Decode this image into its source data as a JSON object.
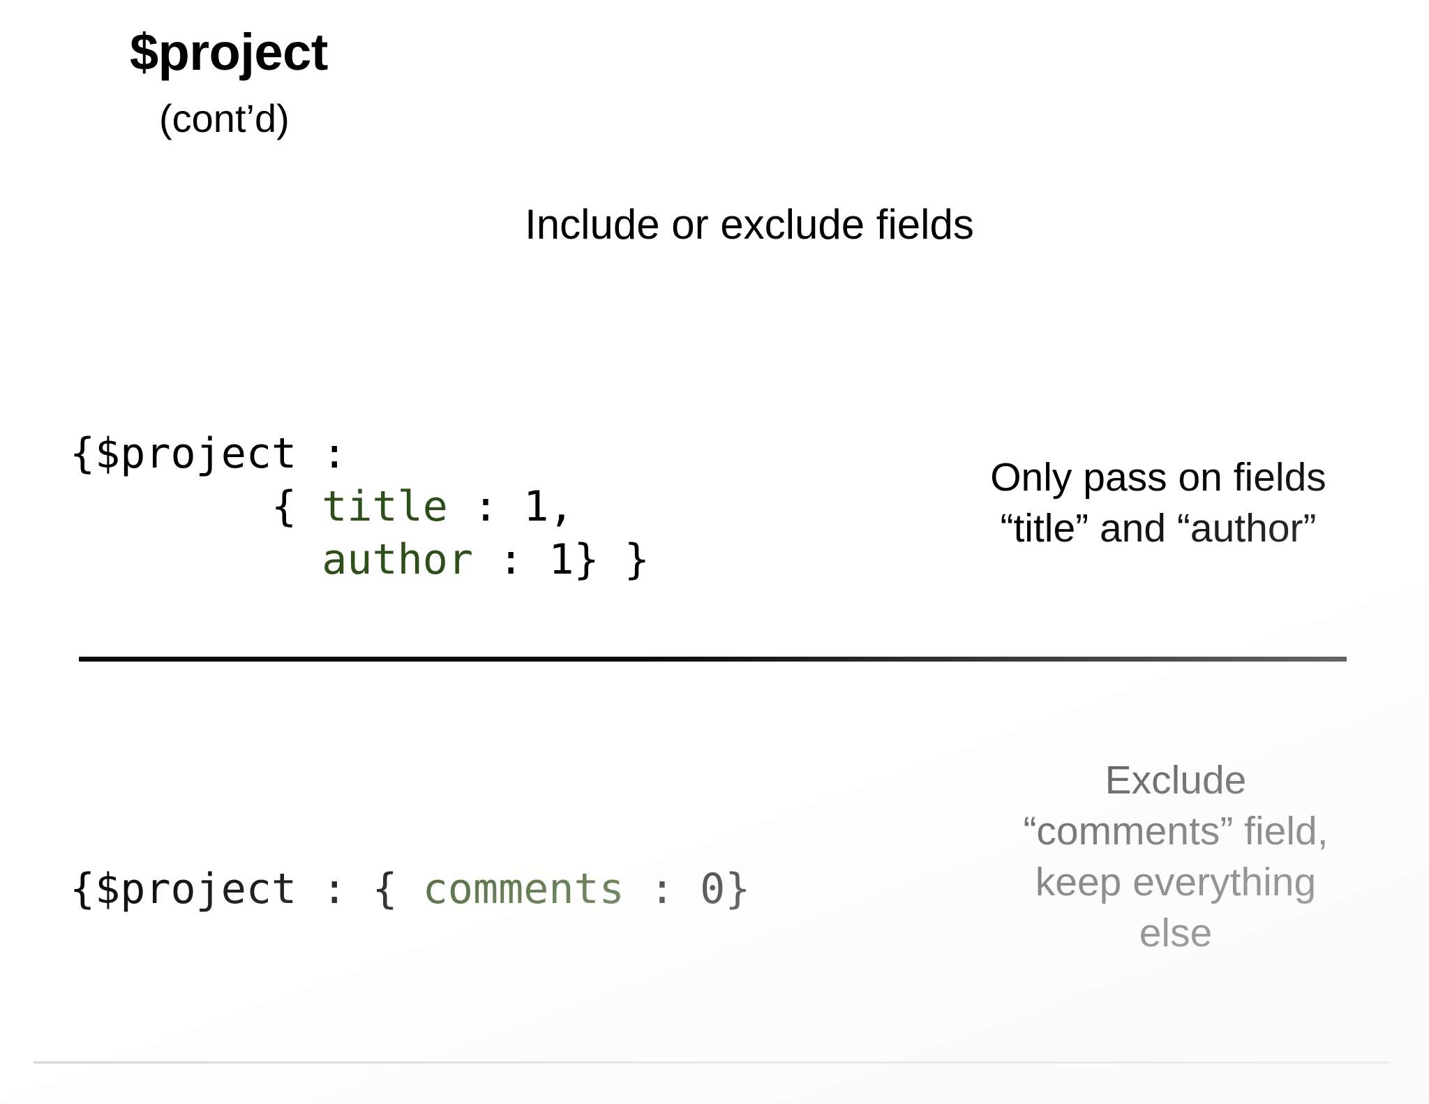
{
  "slide": {
    "title": "$project",
    "subtitle": "(cont’d)",
    "section_heading": "Include or exclude fields",
    "background_color": "#ffffff",
    "text_color": "#000000",
    "field_highlight_color": "#2f4f1a",
    "divider_color": "#0a0a0a",
    "footer_rule_color": "#c9c9cd"
  },
  "examples": [
    {
      "id": "include-example",
      "code_lines": [
        {
          "prefix": "{$project :",
          "field": "",
          "suffix": ""
        },
        {
          "prefix": "        { ",
          "field": "title",
          "suffix": " : 1,"
        },
        {
          "prefix": "          ",
          "field": "author",
          "suffix": " : 1} }"
        }
      ],
      "code_plain": "{$project :\n        { title : 1,\n          author : 1} }",
      "annotation": "Only pass on fields\n“title” and “author”"
    },
    {
      "id": "exclude-example",
      "code_lines": [
        {
          "prefix": "{$project : { ",
          "field": "comments",
          "suffix": " : 0}"
        }
      ],
      "code_plain": "{$project : { comments : 0}",
      "annotation": "Exclude\n“comments” field,\nkeep everything\nelse"
    }
  ]
}
